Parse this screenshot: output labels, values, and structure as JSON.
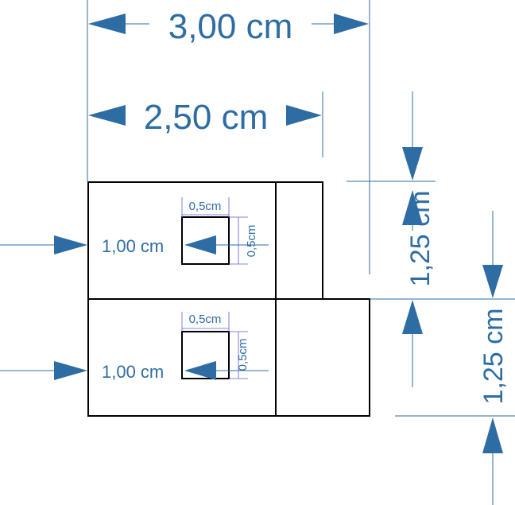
{
  "colors": {
    "dimension": "#2e6da4",
    "outline": "#000000",
    "small_extension": "#5a5fd0",
    "background": "#ffffff"
  },
  "dimensions": {
    "top_width": "3,00 cm",
    "inner_width": "2,50 cm",
    "upper_height": "1,25 cm",
    "lower_height": "1,25 cm",
    "upper_offset": "1,00 cm",
    "lower_offset": "1,00 cm"
  },
  "square_labels": {
    "upper_width": "0,5cm",
    "upper_height": "0,5cm",
    "lower_width": "0,5cm",
    "lower_height": "0,5cm"
  }
}
